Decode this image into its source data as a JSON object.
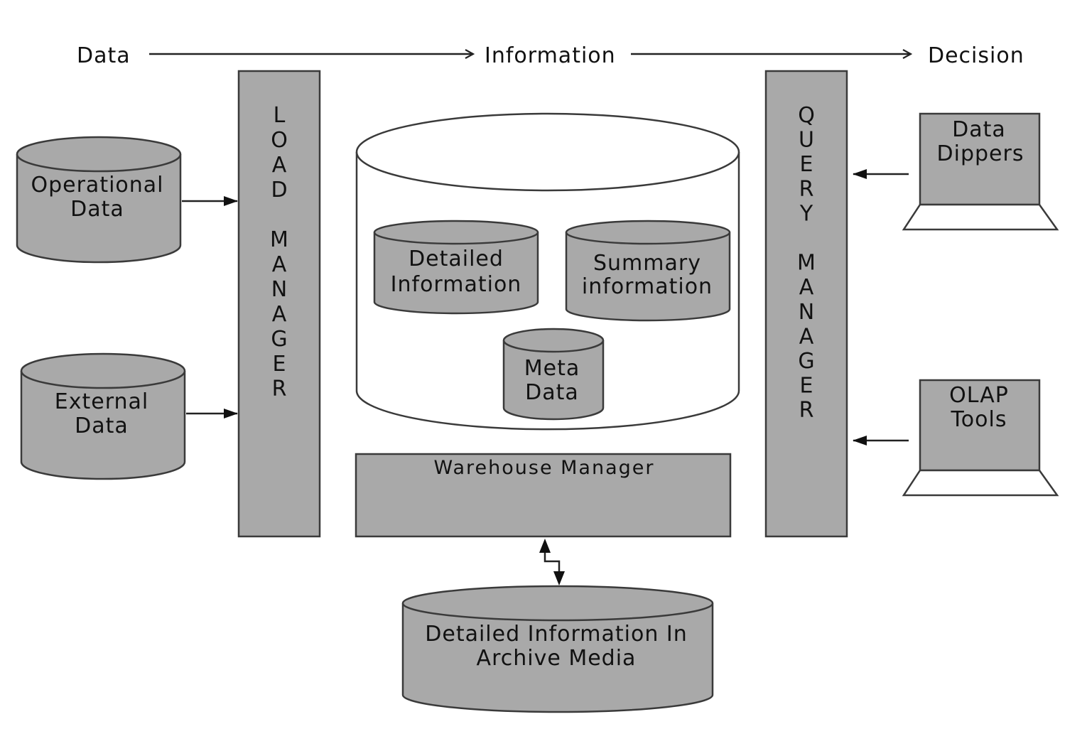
{
  "flow": {
    "data": "Data",
    "information": "Information",
    "decision": "Decision"
  },
  "sources": {
    "operational": [
      "Operational",
      "Data"
    ],
    "external": [
      "External",
      "Data"
    ]
  },
  "load_manager": [
    "L",
    "O",
    "A",
    "D",
    "",
    "M",
    "A",
    "N",
    "A",
    "G",
    "E",
    "R"
  ],
  "query_manager": [
    "Q",
    "U",
    "E",
    "R",
    "Y",
    "",
    "M",
    "A",
    "N",
    "A",
    "G",
    "E",
    "R"
  ],
  "warehouse": {
    "detailed": [
      "Detailed",
      "Information"
    ],
    "summary": [
      "Summary",
      "information"
    ],
    "meta": [
      "Meta",
      "Data"
    ],
    "manager": "Warehouse Manager"
  },
  "archive": [
    "Detailed Information In",
    "Archive Media"
  ],
  "tools": {
    "data_dippers": [
      "Data",
      "Dippers"
    ],
    "olap": [
      "OLAP",
      "Tools"
    ]
  },
  "colors": {
    "shape_fill": "#a9a9a9",
    "stroke": "#3a3a3a"
  }
}
